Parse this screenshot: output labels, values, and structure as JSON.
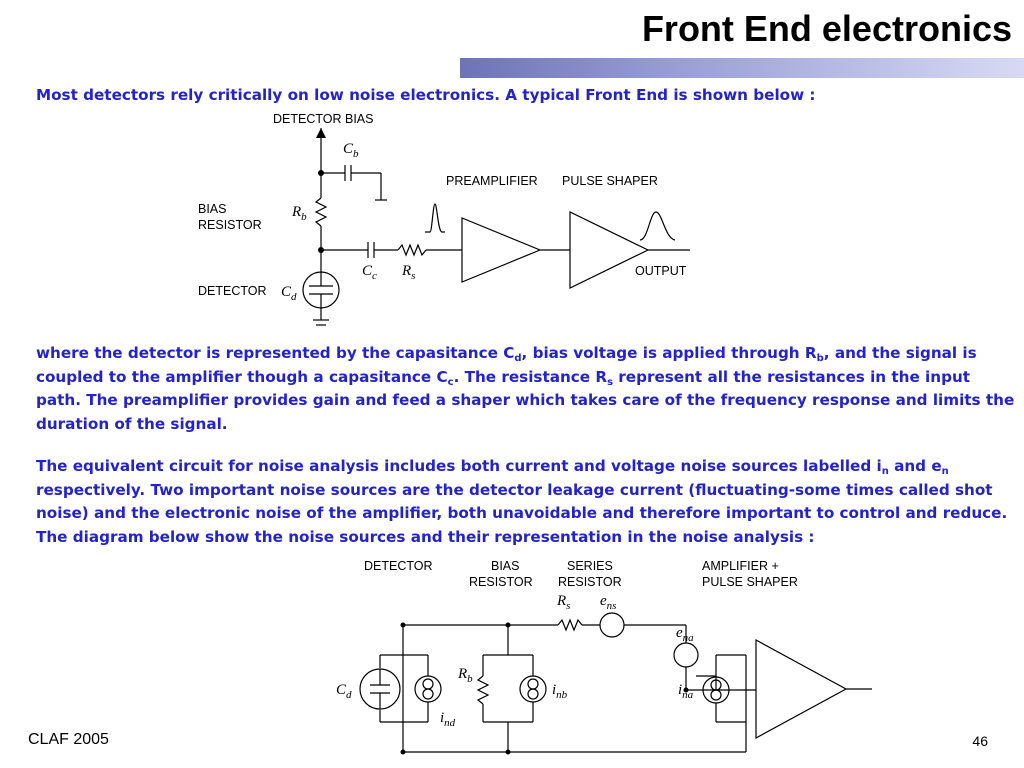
{
  "slide": {
    "title": "Front End electronics",
    "intro": "Most detectors rely critically on low noise electronics. A typical Front End is shown below :",
    "description": {
      "s1": "where the detector is represented by the capasitance C",
      "cd_sub": "d",
      "s2": ", bias voltage is applied through R",
      "rb_sub": "b",
      "s3": ", and the signal is coupled to the amplifier though a capasitance C",
      "cc_sub": "c",
      "s4": ". The resistance R",
      "rs_sub": "s",
      "s5": " represent all the resistances in the input path. The preamplifier provides gain and feed a shaper which takes care of the frequency response and limits the duration of the signal."
    },
    "noise_text": {
      "s1": "The equivalent circuit for noise analysis includes both current and voltage noise sources labelled i",
      "in_sub": "n",
      "s2": " and e",
      "en_sub": "n",
      "s3": " respectively. Two important noise sources are the detector leakage current (fluctuating-some times called shot noise) and the electronic noise of the amplifier, both unavoidable and therefore important to control and reduce. The diagram below show the noise sources and their representation in the noise analysis :"
    },
    "footer_left": "CLAF 2005",
    "page_number": "46"
  },
  "diagram1": {
    "detector_bias": "DETECTOR BIAS",
    "cb": "C",
    "cb_sub": "b",
    "preamplifier": "PREAMPLIFIER",
    "pulse_shaper": "PULSE SHAPER",
    "bias_resistor_1": "BIAS",
    "bias_resistor_2": "RESISTOR",
    "rb": "R",
    "rb_sub": "b",
    "cc": "C",
    "cc_sub": "c",
    "rs": "R",
    "rs_sub": "s",
    "output": "OUTPUT",
    "detector": "DETECTOR",
    "cd": "C",
    "cd_sub": "d"
  },
  "diagram2": {
    "detector": "DETECTOR",
    "bias_1": "BIAS",
    "bias_2": "RESISTOR",
    "series_1": "SERIES",
    "series_2": "RESISTOR",
    "amp_1": "AMPLIFIER +",
    "amp_2": "PULSE SHAPER",
    "rs": "R",
    "rs_sub": "s",
    "ens": "e",
    "ens_sub": "ns",
    "ena": "e",
    "ena_sub": "na",
    "cd": "C",
    "cd_sub": "d",
    "rb": "R",
    "rb_sub": "b",
    "inb": "i",
    "inb_sub": "nb",
    "ind": "i",
    "ind_sub": "nd",
    "ina": "i",
    "ina_sub": "na"
  },
  "colors": {
    "body_text": "#2323c8",
    "title_bar_start": "#6e73b6",
    "title_bar_end": "#d8daf4"
  }
}
